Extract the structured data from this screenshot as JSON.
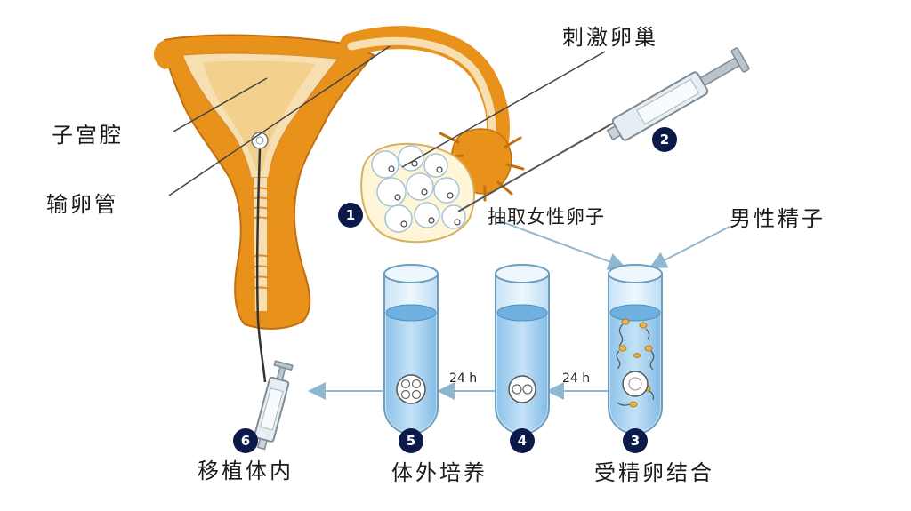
{
  "labels": {
    "uterine_cavity": "子宫腔",
    "fallopian_tube": "输卵管",
    "stimulate_ovary": "刺激卵巢",
    "extract_eggs": "抽取女性卵子",
    "male_sperm": "男性精子",
    "transplant": "移植体内",
    "culture": "体外培养",
    "fertilization": "受精卵结合"
  },
  "steps": [
    "1",
    "2",
    "3",
    "4",
    "5",
    "6"
  ],
  "durations": [
    "24 h",
    "24 h"
  ],
  "colors": {
    "uterus_fill": "#e8921c",
    "uterus_inner": "#f7dfb2",
    "tube_liquid": "#a9d4f0",
    "tube_glass": "#ddeefa",
    "arrow": "#8fb8d0",
    "step_badge": "#0c1a4a"
  }
}
